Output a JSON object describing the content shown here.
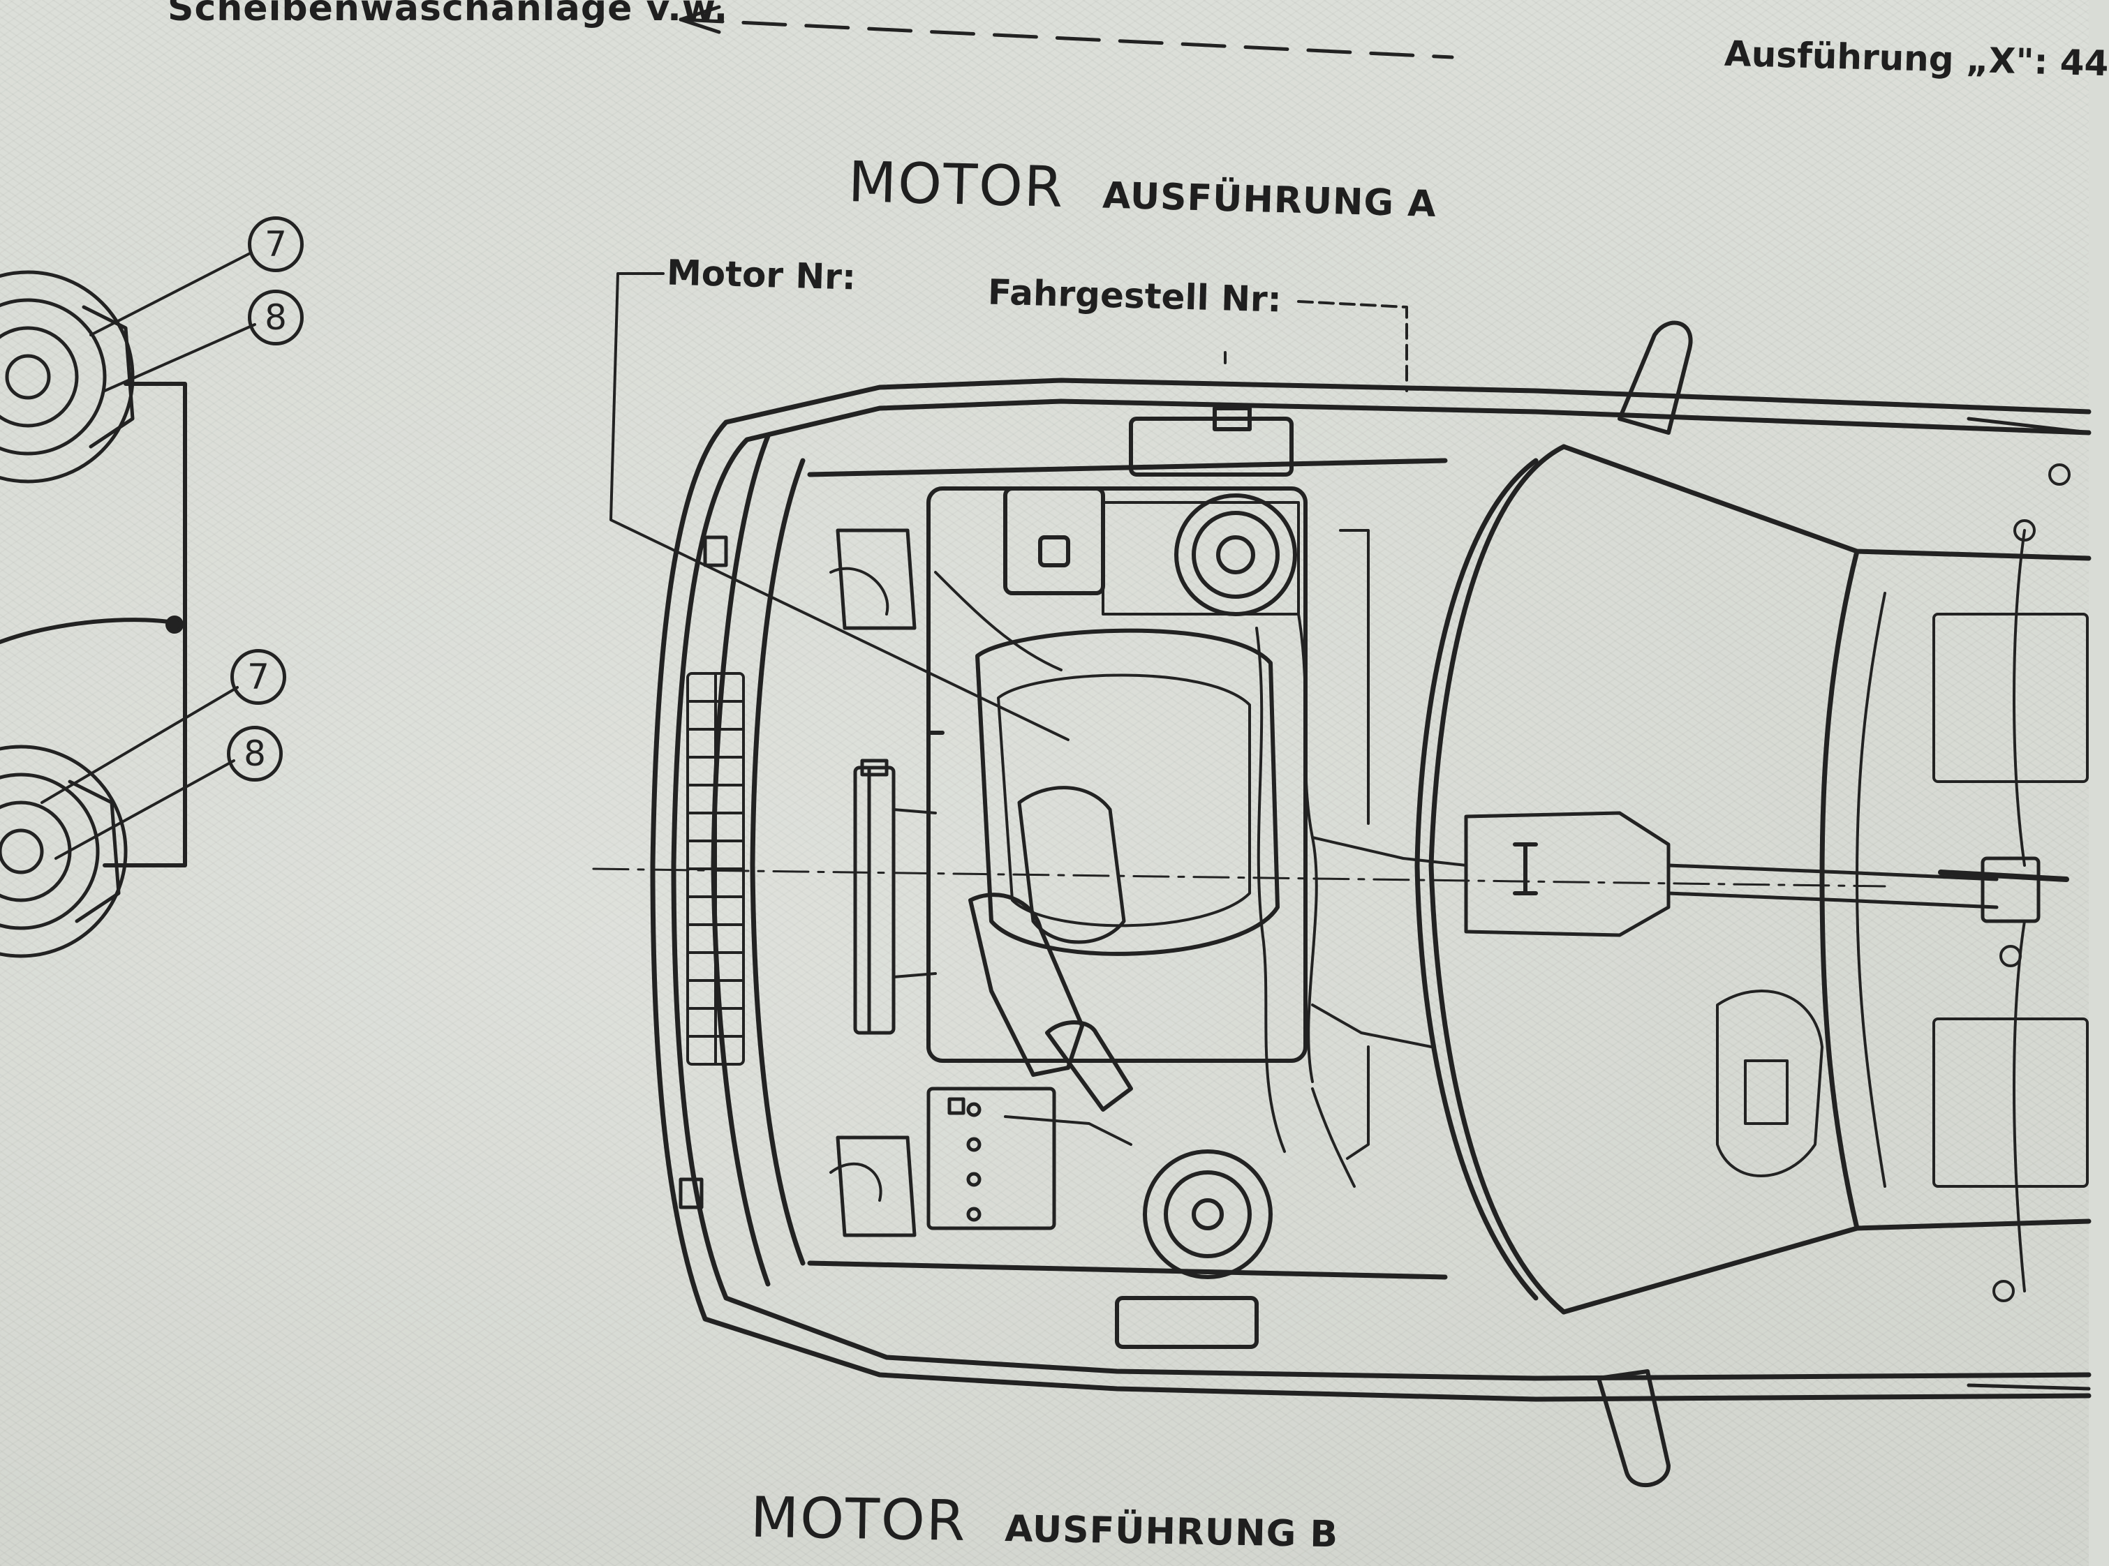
{
  "top_left_fragment": "Scheibenwaschanlage v.w.",
  "top_right_note": "Ausführung „X\": 44",
  "title_a": {
    "main": "MOTOR",
    "sub": "AUSFÜHRUNG A"
  },
  "title_b": {
    "main": "MOTOR",
    "sub": "AUSFÜHRUNG B"
  },
  "field_motor_nr": "Motor Nr:",
  "field_fahrgestell_nr": "Fahrgestell Nr:",
  "callouts": [
    "7",
    "8",
    "7",
    "8"
  ],
  "colors": {
    "ink": "#1e1e1e",
    "paper": "#d9dcd6"
  }
}
